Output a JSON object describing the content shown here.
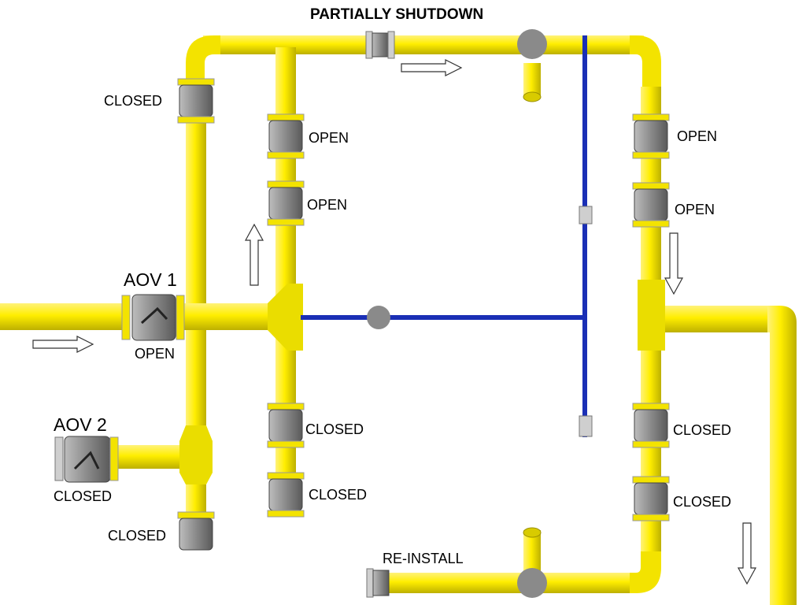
{
  "title": "PARTIALLY SHUTDOWN",
  "aov1": {
    "name": "AOV 1",
    "state": "OPEN"
  },
  "aov2": {
    "name": "AOV 2",
    "state": "CLOSED"
  },
  "left_header_valve": "CLOSED",
  "left_bottom_valve": "CLOSED",
  "center_upper_valve_1": "OPEN",
  "center_upper_valve_2": "OPEN",
  "center_lower_valve_1": "CLOSED",
  "center_lower_valve_2": "CLOSED",
  "right_upper_valve_1": "OPEN",
  "right_upper_valve_2": "OPEN",
  "right_lower_valve_1": "CLOSED",
  "right_lower_valve_2": "CLOSED",
  "reinstall": "RE-INSTALL",
  "colors": {
    "pipe": "#ffee00",
    "pipe_dark": "#c9bc00",
    "line": "#1a2fb5",
    "valve": "#8a8a8a"
  }
}
